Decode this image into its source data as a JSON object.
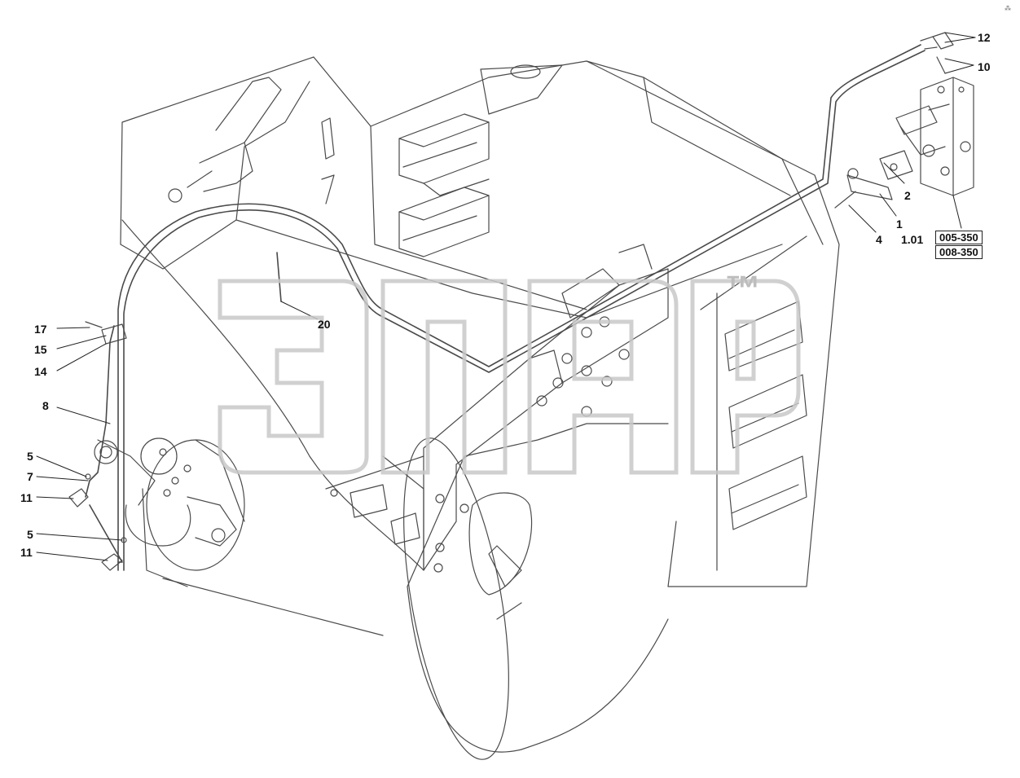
{
  "callouts": {
    "c12": "12",
    "c10": "10",
    "c2": "2",
    "c1": "1",
    "c101": "1.01",
    "c4": "4",
    "c20": "20",
    "c17": "17",
    "c15": "15",
    "c14": "14",
    "c8": "8",
    "c5a": "5",
    "c7": "7",
    "c11a": "11",
    "c5b": "5",
    "c11b": "11"
  },
  "refs": {
    "r1": "005-350",
    "r2": "008-350"
  },
  "watermark": {
    "trademark": "™"
  },
  "colors": {
    "line": "#444444",
    "watermark": "#c8c8c8"
  }
}
